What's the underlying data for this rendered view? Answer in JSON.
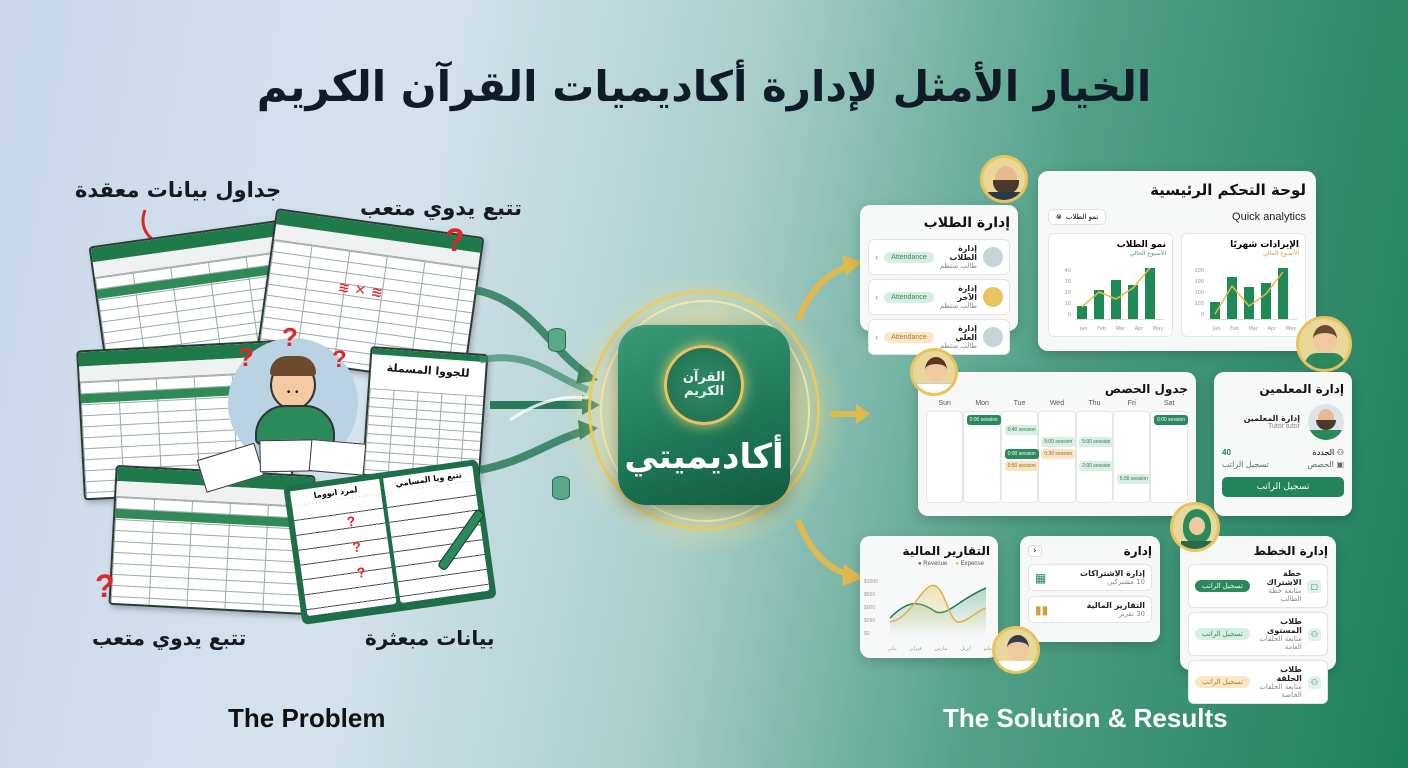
{
  "title": "الخيار الأمثل لإدارة أكاديميات القرآن الكريم",
  "problem": {
    "section_label": "The Problem",
    "captions": {
      "complex_tables": "جداول بيانات معقدة",
      "manual_tracking_top": "تتبع يدوي متعب",
      "manual_tracking_bottom": "تتبع يدوي متعب",
      "scattered_data": "بيانات مبعثرة"
    },
    "attendance_sheet_title": "للجووا المسملة",
    "notebook_left_title": "لمرذ انووما",
    "notebook_right_title": "تتبع ويا المسامي",
    "question_mark": "?"
  },
  "center_logo": {
    "app_name": "أكاديميتي",
    "emblem": "القرآن الكريم"
  },
  "solution": {
    "section_label": "The Solution & Results",
    "students_card": {
      "title": "إدارة الطلاب",
      "rows": [
        {
          "name": "إدارة الطلاب",
          "sub": "طالب منتظم",
          "badge": "Attendance",
          "badge_color": "green"
        },
        {
          "name": "إدارة الآخر",
          "sub": "طالب منتظم",
          "badge": "Attendance",
          "badge_color": "green"
        },
        {
          "name": "إدارة العلي",
          "sub": "طالب منتظم",
          "badge": "Attendance",
          "badge_color": "yellow"
        }
      ]
    },
    "dashboard_card": {
      "title": "لوحة التحكم الرئيسية",
      "subtitle": "Quick analytics",
      "filter_chip": "نمو الطلاب"
    },
    "schedule_card": {
      "title": "جدول الحصص",
      "days": [
        "Sun",
        "Mon",
        "Tue",
        "Wed",
        "Thu",
        "Fri",
        "Sat"
      ],
      "events": [
        {
          "day": "Mon",
          "text": "0:00 session",
          "style": "dark",
          "slot": 0
        },
        {
          "day": "Sat",
          "text": "0:00 session",
          "style": "dark",
          "slot": 0
        },
        {
          "day": "Tue",
          "text": "0:40 session",
          "style": "light",
          "slot": 1
        },
        {
          "day": "Wed",
          "text": "5:00 session",
          "style": "light",
          "slot": 2
        },
        {
          "day": "Thu",
          "text": "5:00 session",
          "style": "light",
          "slot": 2
        },
        {
          "day": "Tue",
          "text": "0:00 session",
          "style": "dark",
          "slot": 3
        },
        {
          "day": "Wed",
          "text": "0:30 session",
          "style": "orange",
          "slot": 3
        },
        {
          "day": "Tue",
          "text": "0:50 session",
          "style": "orange",
          "slot": 4
        },
        {
          "day": "Thu",
          "text": "2:00 session",
          "style": "light",
          "slot": 4
        },
        {
          "day": "Fri",
          "text": "5:00 session",
          "style": "light",
          "slot": 5
        }
      ]
    },
    "teachers_card": {
      "title": "إدارة المعلمين",
      "name": "إدارة المعلمين",
      "role": "Tutor tutor",
      "stat_label_1": "الجددة",
      "stat_value": "40",
      "stat_label_2": "الحصص",
      "stat_sub": "تسجيل الراتب",
      "button": "تسجيل الراتب"
    },
    "finance_card": {
      "title": "التقارير المالية",
      "legend": [
        "Revenue",
        "Expense"
      ]
    },
    "admin_card": {
      "title": "إدارة",
      "items": [
        {
          "name": "إدارة الاشتراكات",
          "sub": "10 مشتركين"
        },
        {
          "name": "التقارير المالية",
          "sub": "30 تقرير"
        }
      ]
    },
    "plans_card": {
      "title": "إدارة الخطط",
      "rows": [
        {
          "name": "خطة الاشتراك",
          "sub": "متابعة خطة الطالب",
          "badge": "تسجيل الراتب",
          "badge_color": "dark"
        },
        {
          "name": "طلاب المستوى",
          "sub": "متابعة الحلقات العامة",
          "badge": "تسجيل الراتب",
          "badge_color": "green"
        },
        {
          "name": "طلاب الحلقة",
          "sub": "متابعة الحلقات الخاصة",
          "badge": "تسجيل الراتب",
          "badge_color": "yellow"
        }
      ]
    }
  },
  "chart_data": [
    {
      "type": "bar",
      "title": "نمو الطلاب",
      "subtitle": "الأسبوع الحالي",
      "categories": [
        "Jan",
        "Feb",
        "Mar",
        "Apr",
        "May"
      ],
      "series": [
        {
          "name": "bars",
          "values": [
            10,
            23,
            31,
            27,
            40
          ]
        },
        {
          "name": "trend",
          "values": [
            10,
            21,
            16,
            24,
            40
          ]
        }
      ],
      "ylim": [
        0,
        40
      ],
      "yticks": [
        0,
        10,
        20,
        30,
        40
      ]
    },
    {
      "type": "bar",
      "title": "الإيرادات شهريًا",
      "subtitle": "الأسبوع المالي",
      "categories": [
        "Jan",
        "Feb",
        "Mar",
        "Apr",
        "May"
      ],
      "series": [
        {
          "name": "bars",
          "values": [
            100,
            245,
            240,
            185,
            300
          ]
        },
        {
          "name": "trend",
          "values": [
            65,
            170,
            100,
            150,
            270
          ]
        }
      ],
      "yticks_labels": [
        "0",
        "105",
        "200",
        "100",
        "300"
      ]
    },
    {
      "type": "area",
      "title": "التقارير المالية",
      "legend": [
        "Revenue",
        "Expense"
      ],
      "yticks_labels": [
        "$0",
        "$090",
        "$000",
        "$500",
        "$1000"
      ],
      "categories": [
        "يناير",
        "فبراير",
        "مارس",
        "أبريل",
        "مايو"
      ],
      "series": [
        {
          "name": "Revenue",
          "values": [
            200,
            560,
            380,
            520,
            900
          ]
        },
        {
          "name": "Expense",
          "values": [
            170,
            280,
            980,
            190,
            430
          ]
        }
      ]
    }
  ],
  "colors": {
    "brand_green": "#1f8a58",
    "accent_gold": "#e6b94a",
    "alert_red": "#e0262a"
  }
}
